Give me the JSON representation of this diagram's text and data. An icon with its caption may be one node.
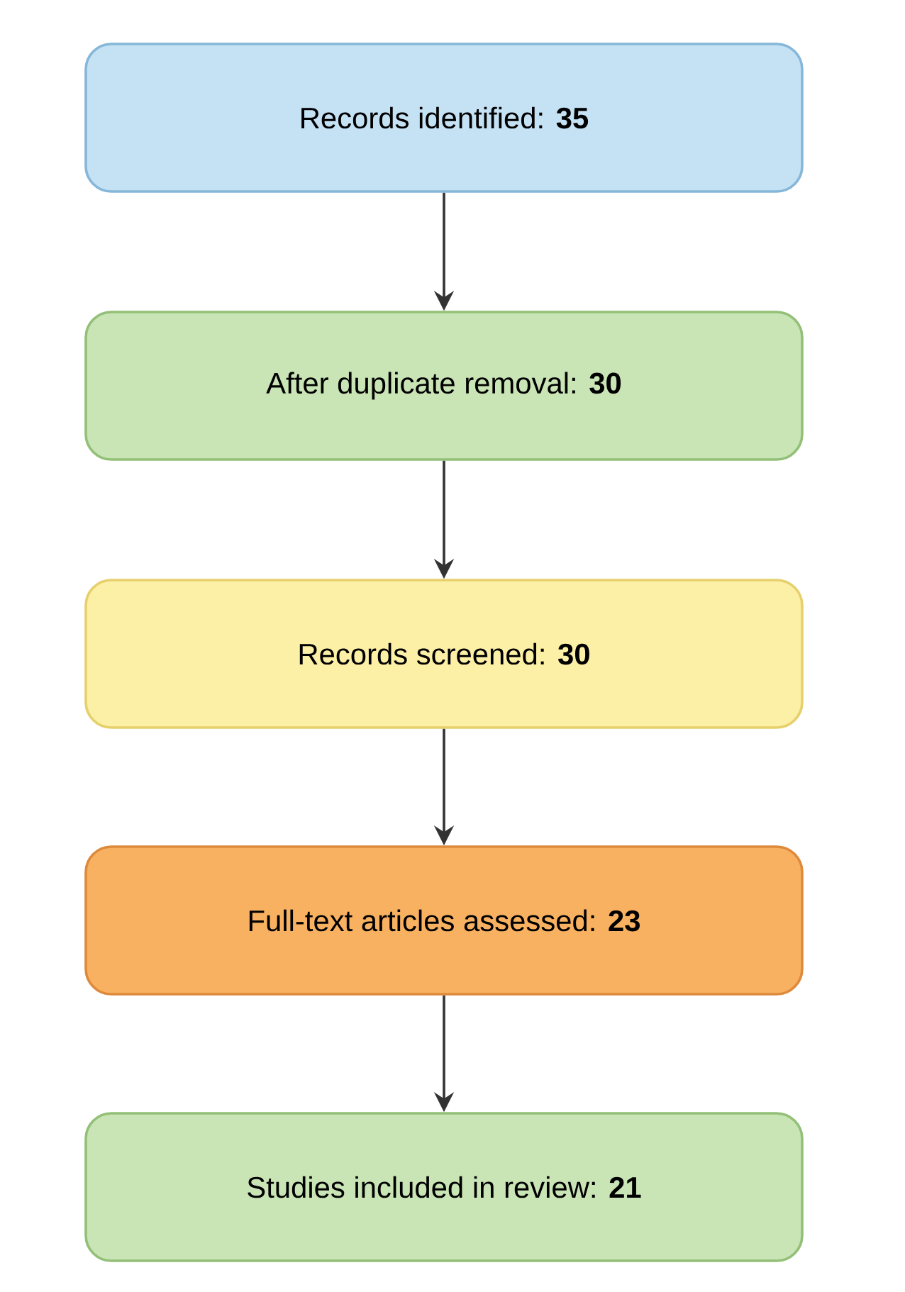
{
  "diagram": {
    "nodes": [
      {
        "text": [
          "Records identified: **35**"
        ]
      },
      {
        "text": [
          "After duplicate removal: **30**"
        ]
      },
      {
        "text": [
          "Records screened: **30**"
        ]
      },
      {
        "text": [
          "Full-text articles assessed: **23**"
        ]
      },
      {
        "text": [
          "Studies included in review: **21**"
        ]
      }
    ],
    "edges": [
      {
        "from": 0,
        "to": 1,
        "arrow": "to"
      },
      {
        "from": 1,
        "to": 2,
        "arrow": "to"
      },
      {
        "from": 2,
        "to": 3,
        "arrow": "to"
      },
      {
        "from": 3,
        "to": 4,
        "arrow": "to"
      }
    ]
  }
}
